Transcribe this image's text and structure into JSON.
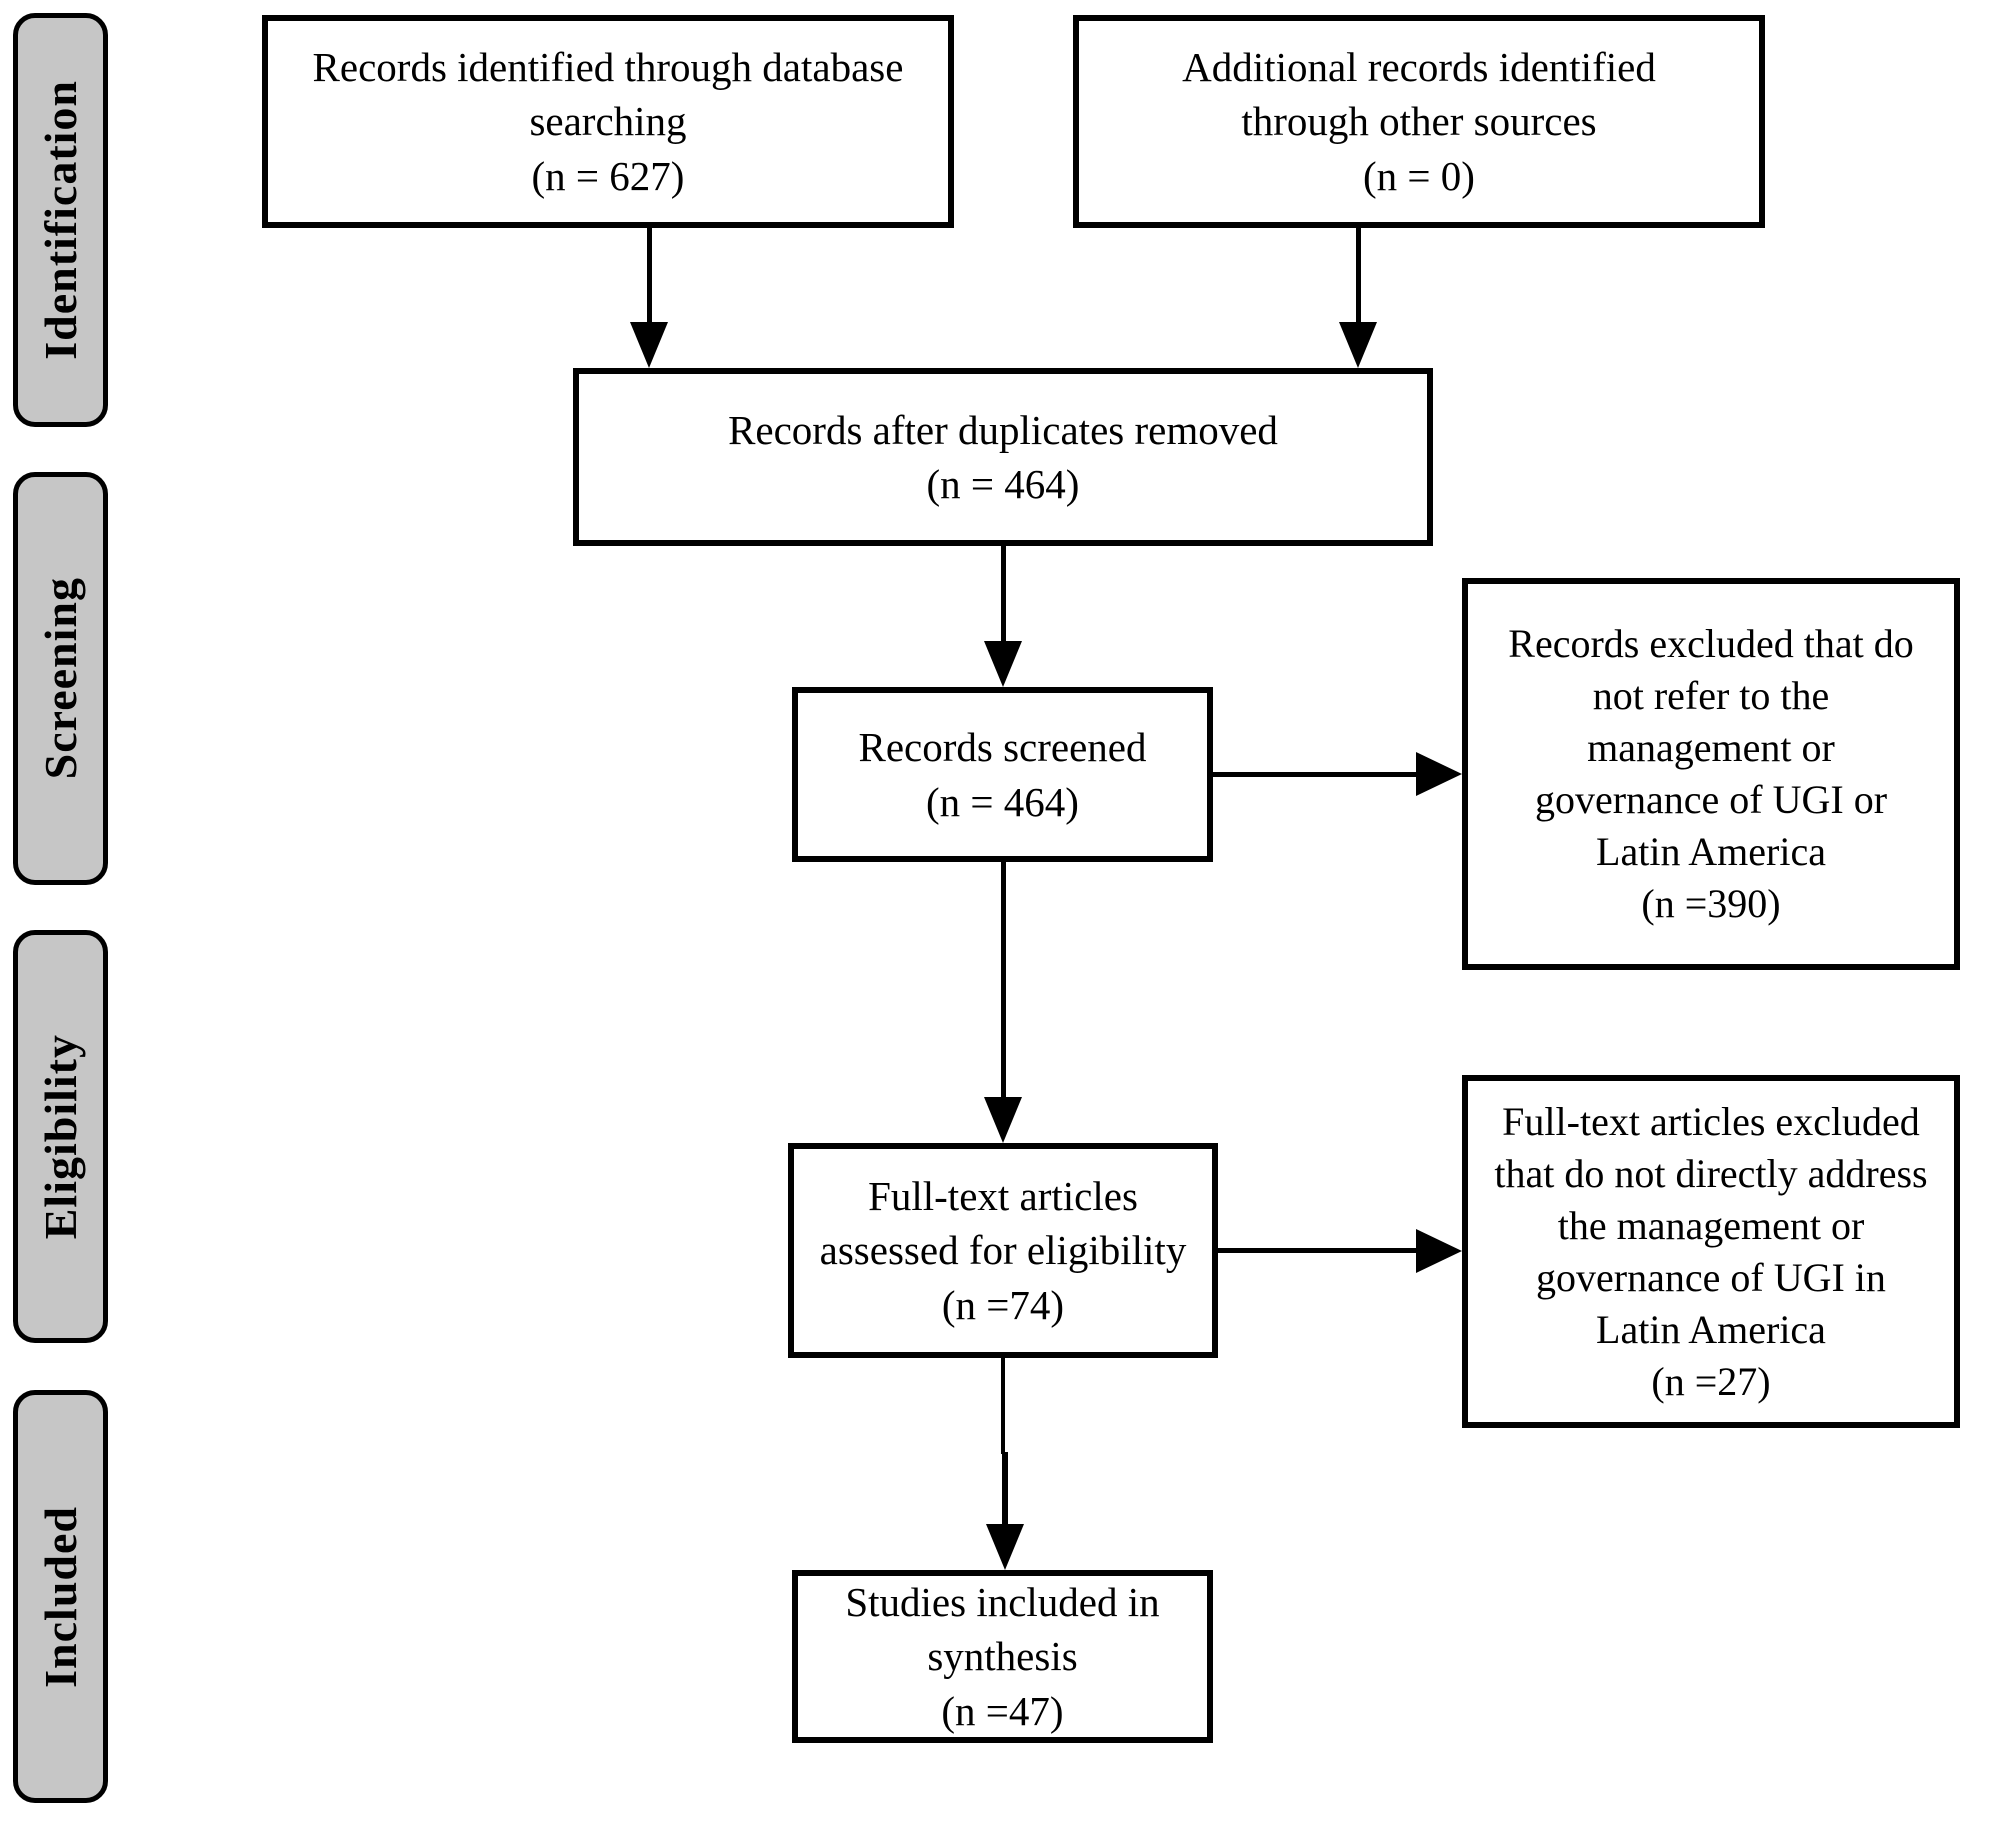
{
  "diagram_type": "PRISMA flow diagram",
  "stages": [
    {
      "label": "Identification"
    },
    {
      "label": "Screening"
    },
    {
      "label": "Eligibility"
    },
    {
      "label": "Included"
    }
  ],
  "boxes": {
    "database_search": {
      "text": "Records identified through database\nsearching",
      "count": "(n = 627)"
    },
    "other_sources": {
      "text": "Additional records identified\nthrough other sources",
      "count": "(n = 0)"
    },
    "after_duplicates": {
      "text": "Records after duplicates removed",
      "count": "(n = 464)"
    },
    "records_screened": {
      "text": "Records screened",
      "count": "(n = 464)"
    },
    "records_excluded": {
      "text": "Records excluded that do\nnot refer to the\nmanagement or\ngovernance of UGI or\nLatin America",
      "count": "(n =390)"
    },
    "fulltext_assessed": {
      "text": "Full-text articles\nassessed for eligibility",
      "count": "(n =74)"
    },
    "fulltext_excluded": {
      "text": "Full-text articles excluded\nthat do not directly address\nthe management or\ngovernance of UGI in\nLatin America",
      "count": "(n =27)"
    },
    "studies_included": {
      "text": "Studies included in synthesis",
      "count": "(n =47)"
    }
  },
  "colors": {
    "stage_fill": "#c6c6c6",
    "line": "#000000",
    "background": "#ffffff"
  }
}
